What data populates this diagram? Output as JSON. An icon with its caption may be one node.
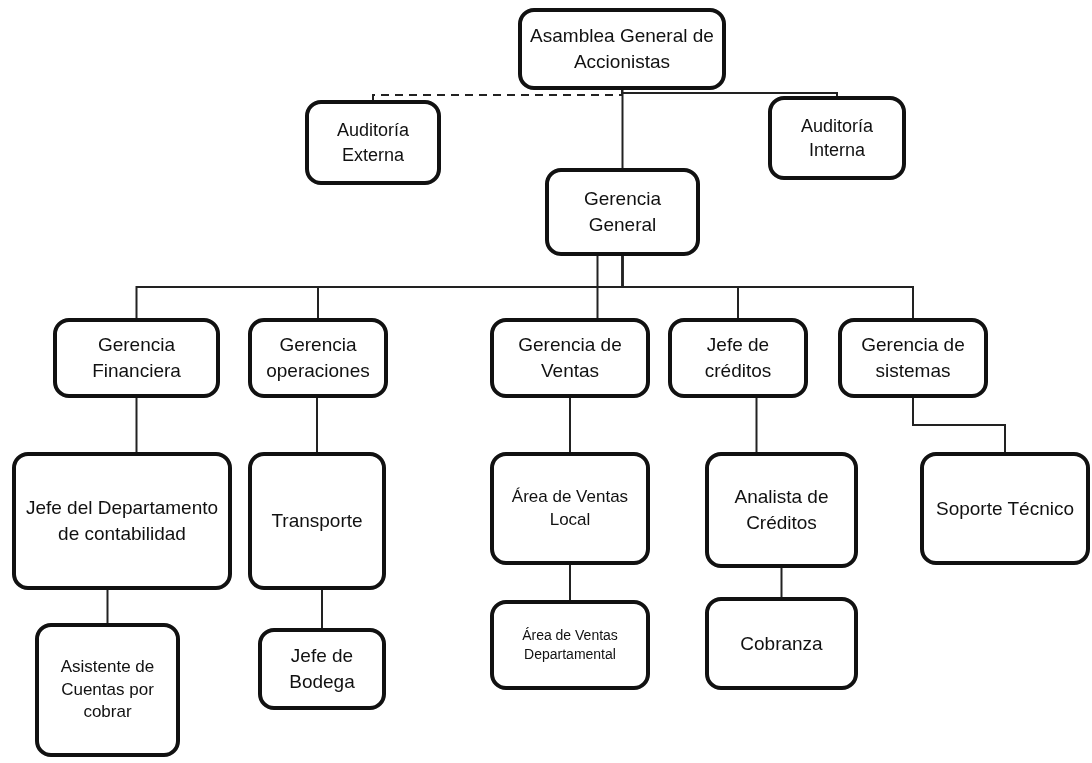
{
  "diagram": {
    "nodes": [
      {
        "text": [
          "Asamblea General de Accionistas"
        ]
      },
      {
        "text": [
          "Auditoría Externa"
        ]
      },
      {
        "text": [
          "Auditoría Interna"
        ]
      },
      {
        "text": [
          "Gerencia General"
        ]
      },
      {
        "text": [
          "Gerencia Financiera"
        ]
      },
      {
        "text": [
          "Gerencia operaciones"
        ]
      },
      {
        "text": [
          "Gerencia de Ventas"
        ]
      },
      {
        "text": [
          "Jefe de créditos"
        ]
      },
      {
        "text": [
          "Gerencia de sistemas"
        ]
      },
      {
        "text": [
          "Jefe del Departamento de contabilidad"
        ]
      },
      {
        "text": [
          "Asistente de Cuentas por cobrar"
        ]
      },
      {
        "text": [
          "Transporte"
        ]
      },
      {
        "text": [
          "Jefe de Bodega"
        ]
      },
      {
        "text": [
          "Área de Ventas Local"
        ]
      },
      {
        "text": [
          "Área de Ventas Departamental"
        ]
      },
      {
        "text": [
          "Analista de Créditos"
        ]
      },
      {
        "text": [
          "Cobranza"
        ]
      },
      {
        "text": [
          "Soporte Técnico"
        ]
      }
    ],
    "edges": [
      {
        "from": 0,
        "to": 3,
        "arrow": "none"
      },
      {
        "from": 0,
        "to": 2,
        "arrow": "none"
      },
      {
        "from": 0,
        "to": 1,
        "arrow": "none",
        "style": "dashed"
      },
      {
        "from": 3,
        "to": 4,
        "arrow": "none"
      },
      {
        "from": 3,
        "to": 5,
        "arrow": "none"
      },
      {
        "from": 3,
        "to": 6,
        "arrow": "none"
      },
      {
        "from": 3,
        "to": 7,
        "arrow": "none"
      },
      {
        "from": 3,
        "to": 8,
        "arrow": "none"
      },
      {
        "from": 4,
        "to": 9,
        "arrow": "none"
      },
      {
        "from": 9,
        "to": 10,
        "arrow": "none"
      },
      {
        "from": 5,
        "to": 11,
        "arrow": "none"
      },
      {
        "from": 11,
        "to": 12,
        "arrow": "none"
      },
      {
        "from": 6,
        "to": 13,
        "arrow": "none"
      },
      {
        "from": 13,
        "to": 14,
        "arrow": "none"
      },
      {
        "from": 7,
        "to": 15,
        "arrow": "none"
      },
      {
        "from": 15,
        "to": 16,
        "arrow": "none"
      },
      {
        "from": 8,
        "to": 17,
        "arrow": "none"
      }
    ]
  }
}
